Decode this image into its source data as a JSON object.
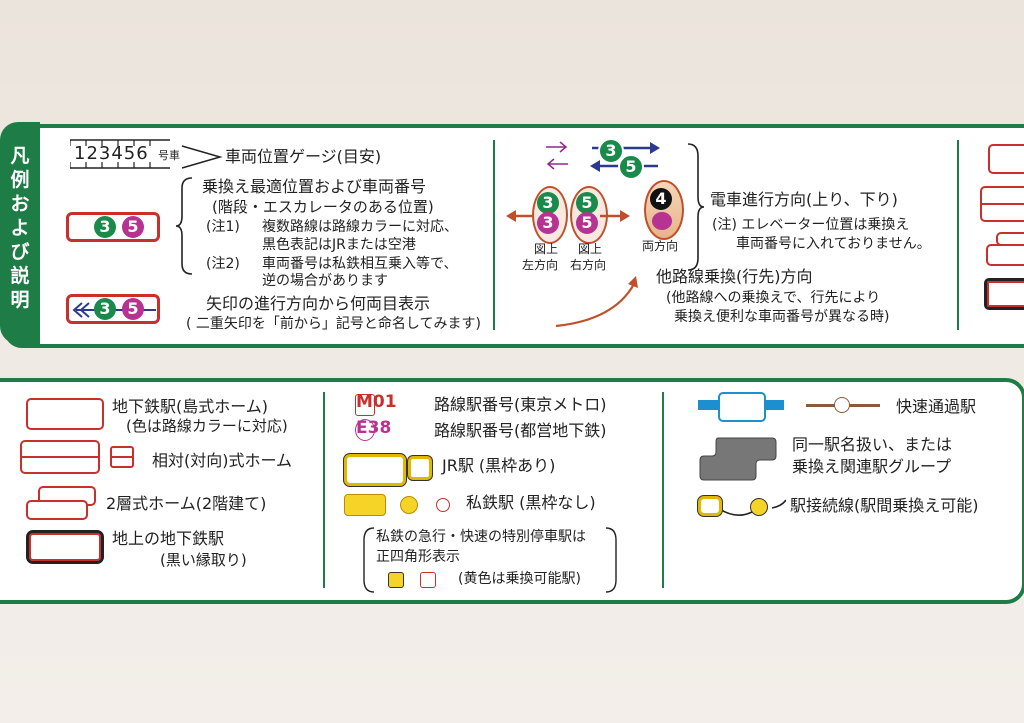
{
  "legend_tab": "凡例および説明",
  "top": {
    "gauge_digits": "123456",
    "gauge_suffix": "号車",
    "gauge_label": "車両位置ゲージ(目安)",
    "best_position_title": "乗換え最適位置および車両番号",
    "best_position_sub": "(階段・エスカレータのある位置)",
    "note1_tag": "(注1)",
    "note1_line1": "複数路線は路線カラーに対応、",
    "note1_line2": "黒色表記はJRまたは空港",
    "note2_tag": "(注2)",
    "note2_line1": "車両番号は私鉄相互乗入等で、",
    "note2_line2": "逆の場合があります",
    "arrow_count_title": "矢印の進行方向から何両目表示",
    "arrow_count_sub": "( 二重矢印を「前から」記号と命名してみます)",
    "car_numbers": [
      "3",
      "5",
      "4"
    ],
    "left_dir_label1": "図上",
    "left_dir_label2": "左方向",
    "right_dir_label1": "図上",
    "right_dir_label2": "右方向",
    "both_dir_label": "両方向",
    "train_dir_title": "電車進行方向(上り、下り)",
    "train_dir_note1": "(注) エレベーター位置は乗換え",
    "train_dir_note2": "車両番号に入れておりません。",
    "transfer_title": "他路線乗換(行先)方向",
    "transfer_note1": "(他路線への乗換えで、行先により",
    "transfer_note2": "乗換え便利な車両番号が異なる時)"
  },
  "bottom": {
    "subway_island": "地下鉄駅(島式ホーム)",
    "subway_island_note": "(色は路線カラーに対応)",
    "opposite_platform": "相対(対向)式ホーム",
    "two_level": "2層式ホーム(2階建て)",
    "elevated_subway": "地上の地下鉄駅",
    "elevated_subway_note": "(黒い縁取り)",
    "metro_code": "M01",
    "metro_code_label": "路線駅番号(東京メトロ)",
    "toei_code": "E38",
    "toei_code_label": "路線駅番号(都営地下鉄)",
    "jr_station": "JR駅 (黒枠あり)",
    "private_station": "私鉄駅 (黒枠なし)",
    "express_note1": "私鉄の急行・快速の特別停車駅は",
    "express_note2": "正四角形表示",
    "express_note3": "(黄色は乗換可能駅)",
    "rapid_pass": "快速通過駅",
    "same_station1": "同一駅名扱い、または",
    "same_station2": "乗換え関連駅グループ",
    "connection_line": "駅接続線(駅間乗換え可能)"
  },
  "colors": {
    "frame_green": "#1e7d46",
    "subway_red": "#c9302c",
    "line_green": "#1a8a4a",
    "line_magenta": "#b63391",
    "jr_yellow": "#f5d327",
    "rapid_blue": "#1b8fcf",
    "group_gray": "#777777"
  }
}
